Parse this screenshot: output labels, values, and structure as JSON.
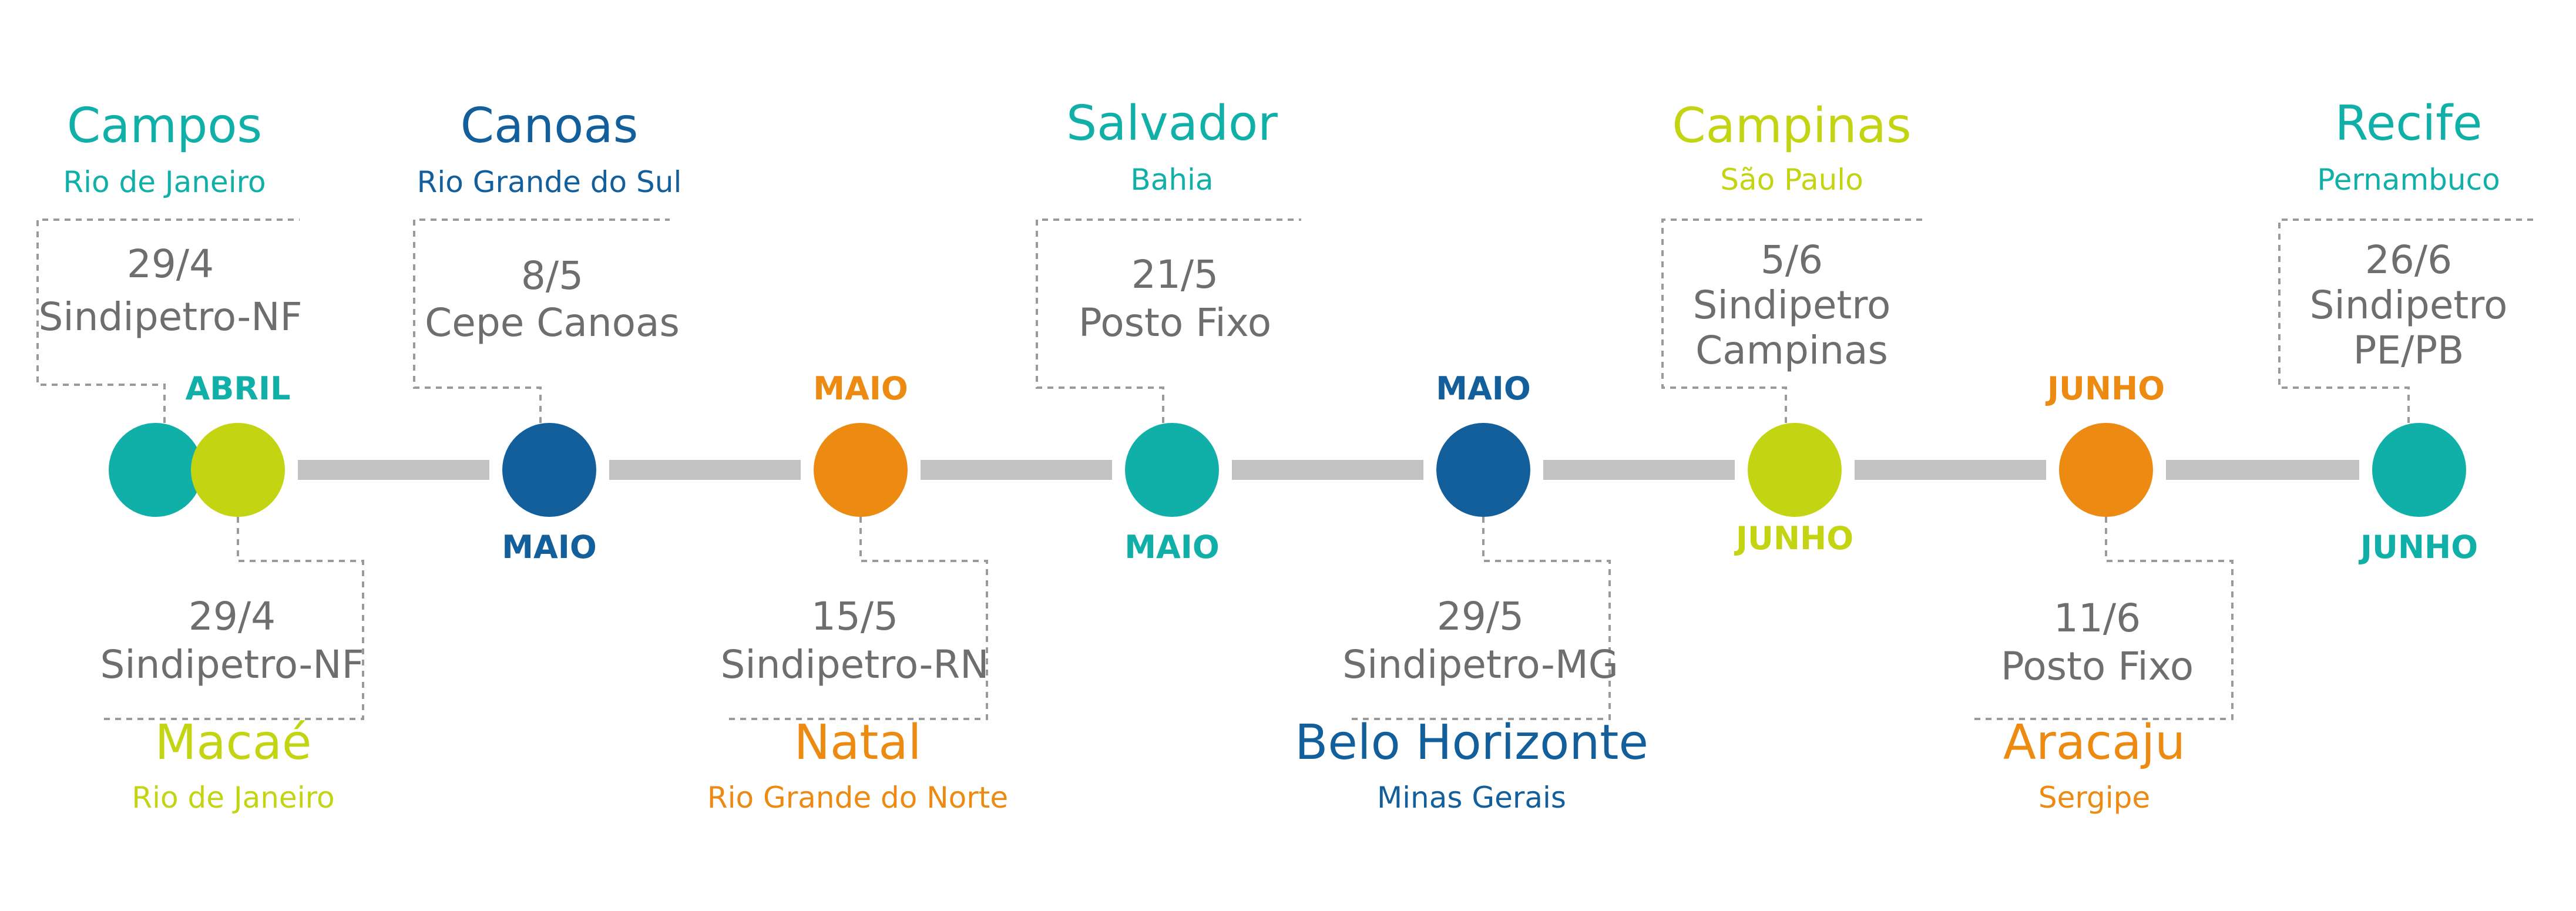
{
  "colors": {
    "teal": "#10b0a8",
    "lime": "#c3d413",
    "navy": "#135f9b",
    "orange": "#ec8a11",
    "track": "#c2c2c2",
    "text": "#6e6e6e"
  },
  "events": [
    {
      "id": "campos",
      "city": "Campos",
      "state": "Rio de Janeiro",
      "date": "29/4",
      "venue": [
        "Sindipetro-NF"
      ],
      "month": "ABRIL",
      "color": "teal"
    },
    {
      "id": "macae",
      "city": "Macaé",
      "state": "Rio de Janeiro",
      "date": "29/4",
      "venue": [
        "Sindipetro-NF"
      ],
      "month": "ABRIL",
      "color": "lime"
    },
    {
      "id": "canoas",
      "city": "Canoas",
      "state": "Rio Grande do Sul",
      "date": "8/5",
      "venue": [
        "Cepe Canoas"
      ],
      "month": "MAIO",
      "color": "navy"
    },
    {
      "id": "natal",
      "city": "Natal",
      "state": "Rio Grande do Norte",
      "date": "15/5",
      "venue": [
        "Sindipetro-RN"
      ],
      "month": "MAIO",
      "color": "orange"
    },
    {
      "id": "salvador",
      "city": "Salvador",
      "state": "Bahia",
      "date": "21/5",
      "venue": [
        "Posto Fixo"
      ],
      "month": "MAIO",
      "color": "teal"
    },
    {
      "id": "belo-horizonte",
      "city": "Belo Horizonte",
      "state": "Minas Gerais",
      "date": "29/5",
      "venue": [
        "Sindipetro-MG"
      ],
      "month": "MAIO",
      "color": "navy"
    },
    {
      "id": "campinas",
      "city": "Campinas",
      "state": "São Paulo",
      "date": "5/6",
      "venue": [
        "Sindipetro",
        "Campinas"
      ],
      "month": "JUNHO",
      "color": "lime"
    },
    {
      "id": "aracaju",
      "city": "Aracaju",
      "state": "Sergipe",
      "date": "11/6",
      "venue": [
        "Posto Fixo"
      ],
      "month": "JUNHO",
      "color": "orange"
    },
    {
      "id": "recife",
      "city": "Recife",
      "state": "Pernambuco",
      "date": "26/6",
      "venue": [
        "Sindipetro",
        "PE/PB"
      ],
      "month": "JUNHO",
      "color": "teal"
    }
  ]
}
